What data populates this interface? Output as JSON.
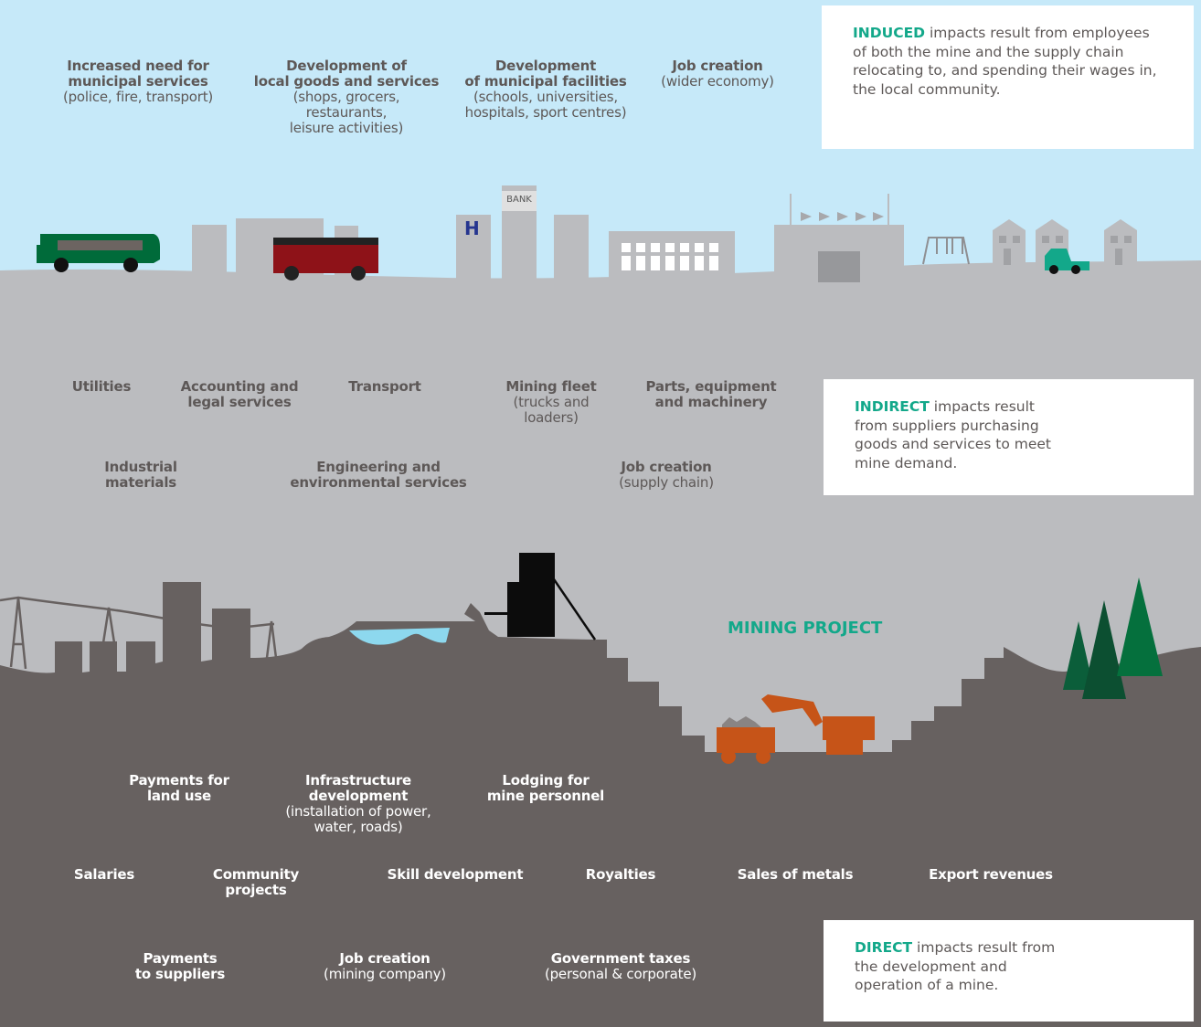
{
  "colors": {
    "sky": "#c6e9f9",
    "ground_light": "#bbbcbf",
    "ground_dark": "#676160",
    "accent": "#13a88a"
  },
  "induced": {
    "keyword": "INDUCED",
    "text": " impacts result from employees of both the mine and the supply chain relocating to, and spending their wages in, the local community.",
    "labels": [
      {
        "title": "Increased need for\nmunicipal services",
        "sub": "(police, fire, transport)"
      },
      {
        "title": "Development of\nlocal goods and services",
        "sub": "(shops, grocers,\nrestaurants,\nleisure activities)"
      },
      {
        "title": "Development\nof municipal facilities",
        "sub": "(schools, universities,\nhospitals, sport centres)"
      },
      {
        "title": "Job creation",
        "sub": "(wider economy)"
      }
    ],
    "bank_sign": "BANK",
    "hospital_sign": "H"
  },
  "indirect": {
    "keyword": "INDIRECT",
    "text": " impacts result from suppliers purchasing goods and services to meet mine demand.",
    "labels": [
      {
        "title": "Utilities",
        "sub": ""
      },
      {
        "title": "Accounting and\nlegal services",
        "sub": ""
      },
      {
        "title": "Transport",
        "sub": ""
      },
      {
        "title": "Mining fleet",
        "sub": "(trucks and\nloaders)"
      },
      {
        "title": "Parts, equipment\nand machinery",
        "sub": ""
      },
      {
        "title": "Industrial\nmaterials",
        "sub": ""
      },
      {
        "title": "Engineering and\nenvironmental services",
        "sub": ""
      },
      {
        "title": "Job creation",
        "sub": "(supply chain)"
      }
    ]
  },
  "mining_project_label": "MINING PROJECT",
  "direct": {
    "keyword": "DIRECT",
    "text": " impacts result from the development and operation of a mine.",
    "labels": [
      {
        "title": "Payments for\nland use",
        "sub": ""
      },
      {
        "title": "Infrastructure\ndevelopment",
        "sub": "(installation of power,\nwater, roads)"
      },
      {
        "title": "Lodging for\nmine personnel",
        "sub": ""
      },
      {
        "title": "Salaries",
        "sub": ""
      },
      {
        "title": "Community\nprojects",
        "sub": ""
      },
      {
        "title": "Skill development",
        "sub": ""
      },
      {
        "title": "Royalties",
        "sub": ""
      },
      {
        "title": "Sales of metals",
        "sub": ""
      },
      {
        "title": "Export revenues",
        "sub": ""
      },
      {
        "title": "Payments\nto suppliers",
        "sub": ""
      },
      {
        "title": "Job creation",
        "sub": "(mining company)"
      },
      {
        "title": "Government taxes",
        "sub": "(personal & corporate)"
      }
    ]
  }
}
